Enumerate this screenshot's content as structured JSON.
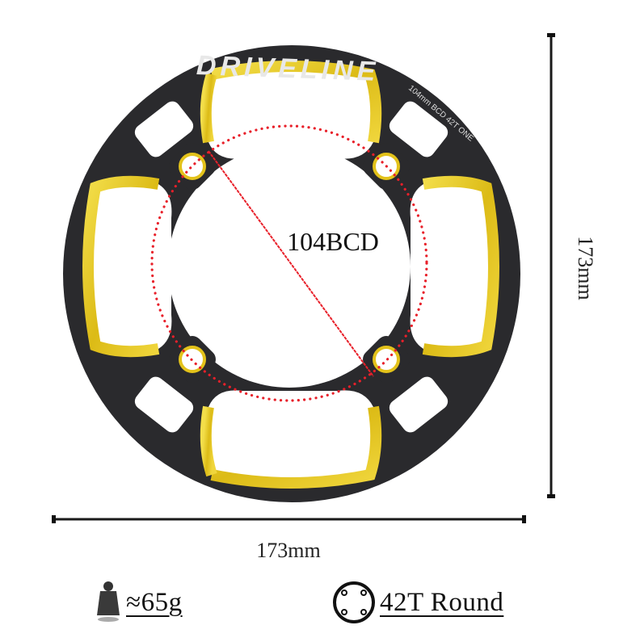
{
  "product": {
    "brand": "DRIVELINE",
    "engraving": "104mm BCD 42T ONE",
    "colors": {
      "body": "#2a2a2d",
      "accent_gold": "#e3c21a",
      "bcd_dots": "#e8202a",
      "dimension_line": "#1a1a1a"
    }
  },
  "diagram": {
    "bcd_label": "104BCD",
    "width_label": "173mm",
    "height_label": "173mm"
  },
  "specs": {
    "weight": {
      "icon": "weight-icon",
      "text": "≈65g"
    },
    "teeth": {
      "icon": "chainring-icon",
      "text": "42T Round"
    }
  }
}
